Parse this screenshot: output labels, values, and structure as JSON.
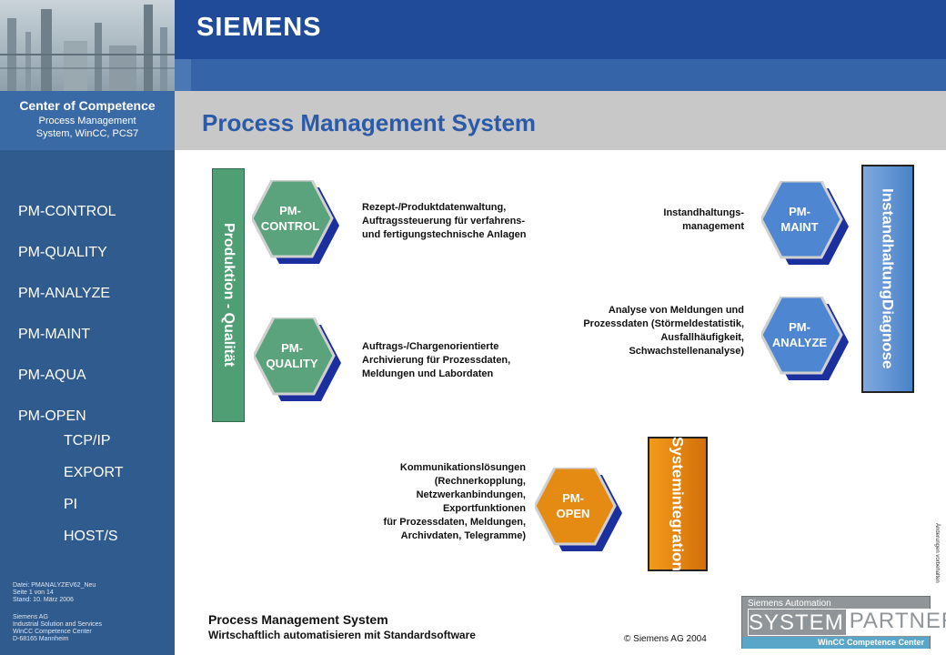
{
  "header": {
    "logo": "SIEMENS",
    "title": "Process Management System"
  },
  "sidebar": {
    "center_title": "Center of Competence",
    "center_sub1": "Process Management",
    "center_sub2": "System, WinCC, PCS7",
    "items": [
      {
        "label": "PM-CONTROL"
      },
      {
        "label": "PM-QUALITY"
      },
      {
        "label": "PM-ANALYZE"
      },
      {
        "label": "PM-MAINT"
      },
      {
        "label": "PM-AQUA"
      },
      {
        "label": "PM-OPEN"
      }
    ],
    "subitems": [
      {
        "label": "TCP/IP"
      },
      {
        "label": "EXPORT"
      },
      {
        "label": "PI"
      },
      {
        "label": "HOST/S"
      }
    ],
    "file_info": [
      "Datei: PMANALYZEV62_Neu",
      "Seite 1 von 14",
      "Stand: 10. März 2006"
    ],
    "corp_info": [
      "Siemens AG",
      "Industrial Solution and Services",
      "WinCC Competence Center",
      "D-68165 Mannheim"
    ]
  },
  "bars": {
    "produktion": "Produktion - Qualität",
    "instandhaltung": [
      "Instandhaltung",
      "Diagnose"
    ],
    "system": [
      "System",
      "integration"
    ]
  },
  "modules": {
    "control": [
      "PM-",
      "CONTROL"
    ],
    "quality": [
      "PM-",
      "QUALITY"
    ],
    "maint": [
      "PM-",
      "MAINT"
    ],
    "analyze": [
      "PM-",
      "ANALYZE"
    ],
    "open": [
      "PM-",
      "OPEN"
    ]
  },
  "descriptions": {
    "control": [
      "Rezept-/Produktdatenwaltung,",
      "Auftragssteuerung  für verfahrens-",
      "und fertigungstechnische  Anlagen"
    ],
    "quality": [
      "Auftrags-/Chargenorientierte",
      "Archivierung für Prozessdaten,",
      "Meldungen und Labordaten"
    ],
    "maint": [
      "Instandhaltungs-",
      "management"
    ],
    "analyze": [
      "Analyse von Meldungen und",
      "Prozessdaten (Störmeldestatistik,",
      "Ausfallhäufigkeit,",
      "Schwachstellenanalyse)"
    ],
    "open": [
      "Kommunikationslösungen",
      "(Rechnerkopplung,",
      "Netzwerkanbindungen,",
      "Exportfunktionen",
      "für Prozessdaten, Meldungen,",
      "Archivdaten, Telegramme)"
    ]
  },
  "footer": {
    "title": "Process Management System",
    "subtitle": "Wirtschaftlich automatisieren mit Standardsoftware",
    "copyright": "© Siemens AG 2004",
    "side_note": "Änderungen vorbehalten"
  },
  "partner": {
    "top": "Siemens Automation",
    "system": "SYSTEM",
    "partner": "PARTNER",
    "bottom": "WinCC Competence Center"
  },
  "colors": {
    "header_blue": "#1f4b99",
    "sidebar_blue": "#2f5b8e",
    "title_blue": "#2a5aa8",
    "green": "#4f9e74",
    "blue": "#4a82c8",
    "orange": "#e0820f"
  }
}
